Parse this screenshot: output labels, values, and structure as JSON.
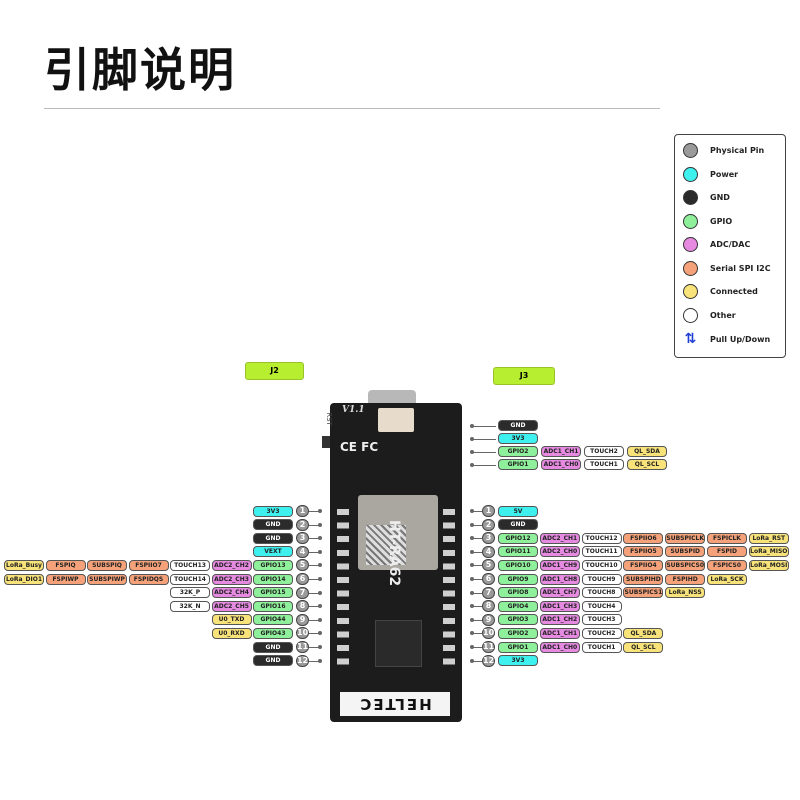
{
  "title": "引脚说明",
  "colors": {
    "physical": "#9a9a9a",
    "power": "#3ef0ee",
    "gnd": "#2b2b2b",
    "gpio": "#8ef09a",
    "adc": "#e58ae0",
    "serial": "#f5a27a",
    "connected": "#f8e27a",
    "other": "#ffffff",
    "pull": "#1f3fd6"
  },
  "legend": [
    {
      "label": "Physical Pin",
      "cat": "physical"
    },
    {
      "label": "Power",
      "cat": "power"
    },
    {
      "label": "GND",
      "cat": "gnd"
    },
    {
      "label": "GPIO",
      "cat": "gpio"
    },
    {
      "label": "ADC/DAC",
      "cat": "adc"
    },
    {
      "label": "Serial SPI I2C",
      "cat": "serial"
    },
    {
      "label": "Connected",
      "cat": "connected"
    },
    {
      "label": "Other",
      "cat": "other"
    },
    {
      "label": "Pull Up/Down",
      "cat": "pull",
      "icon": "up-down-arrows-icon"
    }
  ],
  "headers": {
    "left": "J2",
    "right": "J3"
  },
  "board": {
    "version": "V1.1",
    "rst": "RST",
    "module": "HT-RA62",
    "brand": "HELTEC",
    "marks": "CE FC"
  },
  "left_pins": [
    {
      "n": "1",
      "labels": [
        [
          "3V3",
          "power"
        ]
      ]
    },
    {
      "n": "2",
      "labels": [
        [
          "GND",
          "gnd"
        ]
      ]
    },
    {
      "n": "3",
      "labels": [
        [
          "GND",
          "gnd"
        ]
      ]
    },
    {
      "n": "4",
      "labels": [
        [
          "VEXT",
          "power"
        ]
      ]
    },
    {
      "n": "5",
      "labels": [
        [
          "GPIO13",
          "gpio"
        ],
        [
          "ADC2_CH2",
          "adc"
        ],
        [
          "TOUCH13",
          "other"
        ],
        [
          "FSPIIO7",
          "serial"
        ],
        [
          "SUBSPIQ",
          "serial"
        ],
        [
          "FSPIQ",
          "serial"
        ],
        [
          "LoRa_Busy",
          "connected"
        ]
      ]
    },
    {
      "n": "6",
      "labels": [
        [
          "GPIO14",
          "gpio"
        ],
        [
          "ADC2_CH3",
          "adc"
        ],
        [
          "TOUCH14",
          "other"
        ],
        [
          "FSPIDQS",
          "serial"
        ],
        [
          "SUBSPIWP",
          "serial"
        ],
        [
          "FSPIWP",
          "serial"
        ],
        [
          "LoRa_DIO1",
          "connected"
        ]
      ]
    },
    {
      "n": "7",
      "labels": [
        [
          "GPIO15",
          "gpio"
        ],
        [
          "ADC2_CH4",
          "adc"
        ],
        [
          "32K_P",
          "other"
        ]
      ]
    },
    {
      "n": "8",
      "labels": [
        [
          "GPIO16",
          "gpio"
        ],
        [
          "ADC2_CH5",
          "adc"
        ],
        [
          "32K_N",
          "other"
        ]
      ]
    },
    {
      "n": "9",
      "labels": [
        [
          "GPIO44",
          "gpio"
        ],
        [
          "U0_TXD",
          "connected"
        ]
      ]
    },
    {
      "n": "10",
      "labels": [
        [
          "GPIO43",
          "gpio"
        ],
        [
          "U0_RXD",
          "connected"
        ]
      ]
    },
    {
      "n": "11",
      "labels": [
        [
          "GND",
          "gnd"
        ]
      ]
    },
    {
      "n": "12",
      "labels": [
        [
          "GND",
          "gnd"
        ]
      ]
    }
  ],
  "right_pins": [
    {
      "n": "1",
      "labels": [
        [
          "5V",
          "power"
        ]
      ]
    },
    {
      "n": "2",
      "labels": [
        [
          "GND",
          "gnd"
        ]
      ]
    },
    {
      "n": "3",
      "labels": [
        [
          "GPIO12",
          "gpio"
        ],
        [
          "ADC2_CH1",
          "adc"
        ],
        [
          "TOUCH12",
          "other"
        ],
        [
          "FSPIIO6",
          "serial"
        ],
        [
          "SUBSPICLK",
          "serial"
        ],
        [
          "FSPICLK",
          "serial"
        ],
        [
          "LoRa_RST",
          "connected"
        ]
      ]
    },
    {
      "n": "4",
      "labels": [
        [
          "GPIO11",
          "gpio"
        ],
        [
          "ADC2_CH0",
          "adc"
        ],
        [
          "TOUCH11",
          "other"
        ],
        [
          "FSPIIO5",
          "serial"
        ],
        [
          "SUBSPID",
          "serial"
        ],
        [
          "FSPID",
          "serial"
        ],
        [
          "LoRa_MISO",
          "connected"
        ]
      ]
    },
    {
      "n": "5",
      "labels": [
        [
          "GPIO10",
          "gpio"
        ],
        [
          "ADC1_CH9",
          "adc"
        ],
        [
          "TOUCH10",
          "other"
        ],
        [
          "FSPIIO4",
          "serial"
        ],
        [
          "SUBSPICS0",
          "serial"
        ],
        [
          "FSPICS0",
          "serial"
        ],
        [
          "LoRa_MOSI",
          "connected"
        ]
      ]
    },
    {
      "n": "6",
      "labels": [
        [
          "GPIO9",
          "gpio"
        ],
        [
          "ADC1_CH8",
          "adc"
        ],
        [
          "TOUCH9",
          "other"
        ],
        [
          "SUBSPIHD",
          "serial"
        ],
        [
          "FSPIHD",
          "serial"
        ],
        [
          "LoRa_SCK",
          "connected"
        ]
      ]
    },
    {
      "n": "7",
      "labels": [
        [
          "GPIO8",
          "gpio"
        ],
        [
          "ADC1_CH7",
          "adc"
        ],
        [
          "TOUCH8",
          "other"
        ],
        [
          "SUBSPICS1",
          "serial"
        ],
        [
          "LoRa_NSS",
          "connected"
        ]
      ]
    },
    {
      "n": "8",
      "labels": [
        [
          "GPIO4",
          "gpio"
        ],
        [
          "ADC1_CH3",
          "adc"
        ],
        [
          "TOUCH4",
          "other"
        ]
      ]
    },
    {
      "n": "9",
      "labels": [
        [
          "GPIO3",
          "gpio"
        ],
        [
          "ADC1_CH2",
          "adc"
        ],
        [
          "TOUCH3",
          "other"
        ]
      ]
    },
    {
      "n": "10",
      "labels": [
        [
          "GPIO2",
          "gpio"
        ],
        [
          "ADC1_CH1",
          "adc"
        ],
        [
          "TOUCH2",
          "other"
        ],
        [
          "QL_SDA",
          "connected"
        ]
      ]
    },
    {
      "n": "11",
      "labels": [
        [
          "GPIO1",
          "gpio"
        ],
        [
          "ADC1_CH0",
          "adc"
        ],
        [
          "TOUCH1",
          "other"
        ],
        [
          "QL_SCL",
          "connected"
        ]
      ]
    },
    {
      "n": "12",
      "labels": [
        [
          "3V3",
          "power"
        ]
      ]
    }
  ],
  "i2c_connector": [
    {
      "labels": [
        [
          "GND",
          "gnd"
        ]
      ]
    },
    {
      "labels": [
        [
          "3V3",
          "power"
        ]
      ]
    },
    {
      "labels": [
        [
          "GPIO2",
          "gpio"
        ],
        [
          "ADC1_CH1",
          "adc"
        ],
        [
          "TOUCH2",
          "other"
        ],
        [
          "QL_SDA",
          "connected"
        ]
      ]
    },
    {
      "labels": [
        [
          "GPIO1",
          "gpio"
        ],
        [
          "ADC1_CH0",
          "adc"
        ],
        [
          "TOUCH1",
          "other"
        ],
        [
          "QL_SCL",
          "connected"
        ]
      ]
    }
  ]
}
